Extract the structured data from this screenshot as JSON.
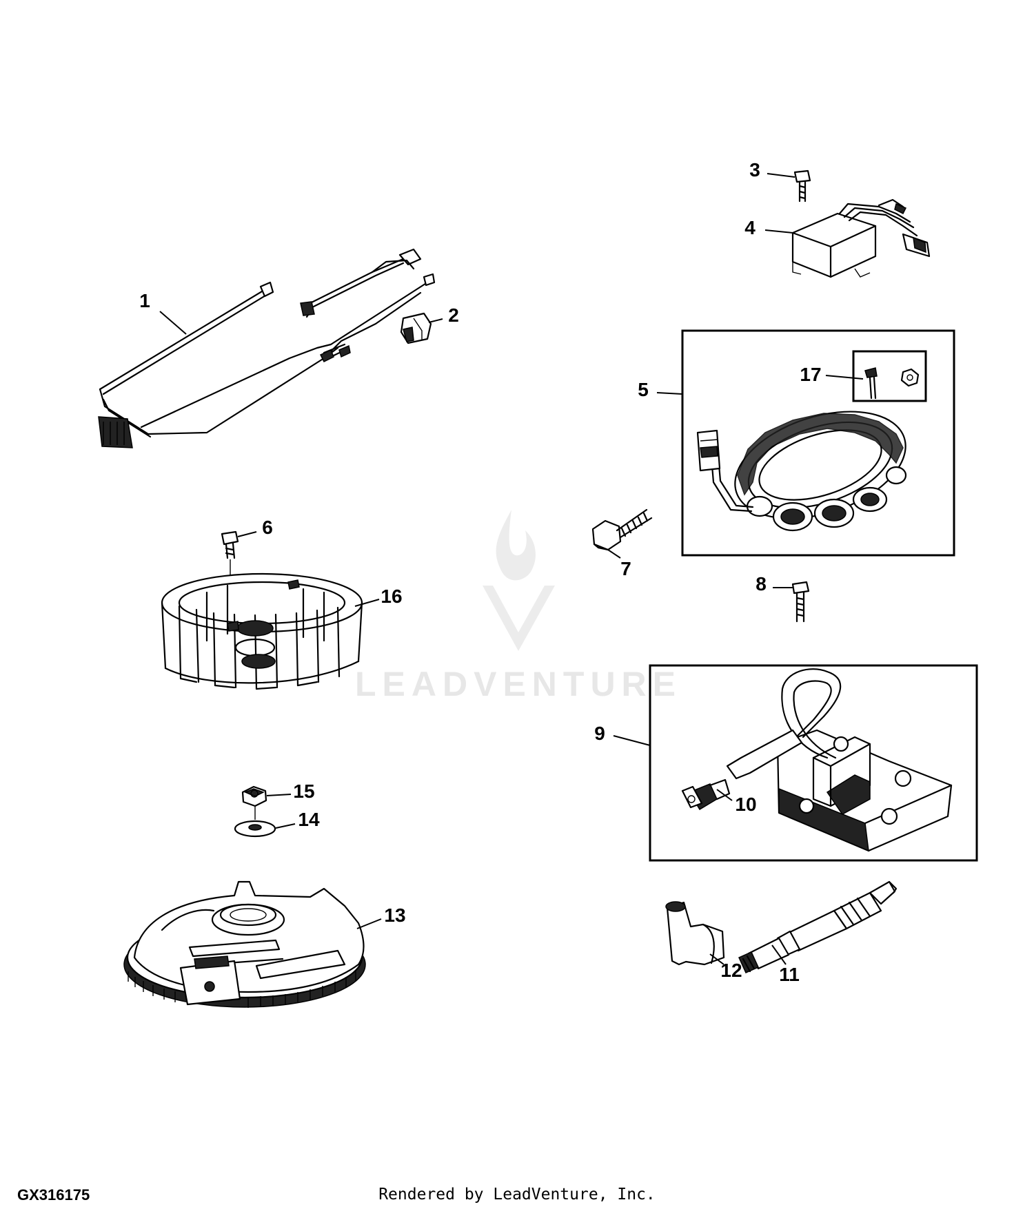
{
  "diagram": {
    "id_code": "GX316175",
    "footer": "Rendered by LeadVenture, Inc.",
    "watermark": "LEADVENTURE",
    "callouts": [
      "1",
      "2",
      "3",
      "4",
      "5",
      "6",
      "7",
      "8",
      "9",
      "10",
      "11",
      "12",
      "13",
      "14",
      "15",
      "16",
      "17"
    ]
  }
}
